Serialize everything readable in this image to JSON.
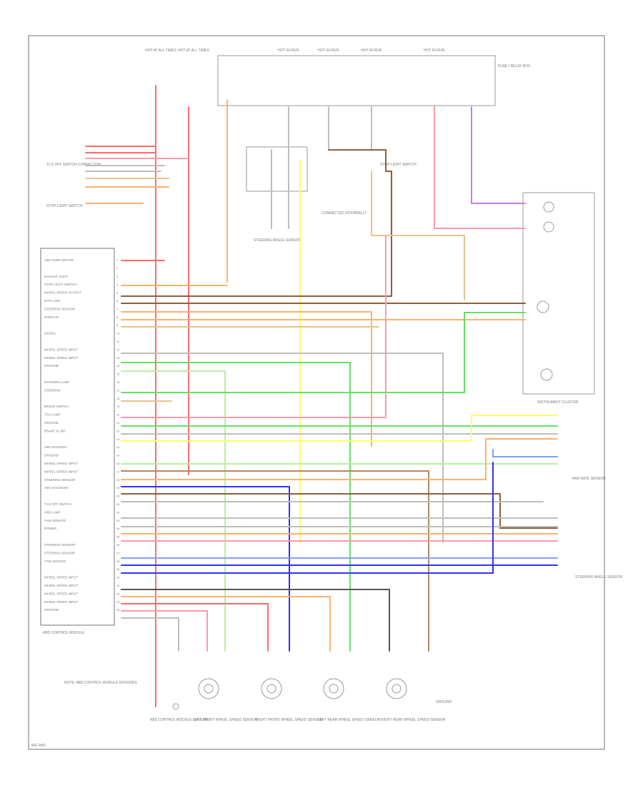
{
  "diagram": {
    "fuse_labels": [
      "HOT AT ALL TIMES",
      "HOT AT ALL TIMES",
      "HOT IN RUN",
      "HOT IN RUN",
      "HOT IN RUN",
      "HOT IN RUN"
    ],
    "fuse_box_label": "FUSE / RELAY BOX",
    "module_title": "ABS CONTROL MODULE",
    "module_pins": [
      "ABS PUMP MOTOR",
      "",
      "BACKUP LIGHT",
      "STOP LIGHT SWITCH",
      "WHEEL SPEED OUTPUT",
      "DATA LINK",
      "STEERING SENSOR",
      "IGNITION",
      "",
      "SIGNAL",
      "",
      "WHEEL SPEED INPUT",
      "WHEEL SPEED INPUT",
      "GROUND",
      "",
      "WARNING LAMP",
      "STEERING",
      "",
      "BRAKE SWITCH",
      "TCS LAMP",
      "GROUND",
      "BRAKE FLUID",
      "",
      "ABS WARNING",
      "GROUND",
      "WHEEL SPEED INPUT",
      "WHEEL SPEED INPUT",
      "STEERING SENSOR",
      "ABS SOLENOID",
      "",
      "TCS OFF SWITCH",
      "ABS LAMP",
      "YAW SENSOR",
      "POWER",
      "",
      "STEERING SENSOR",
      "STEERING SENSOR",
      "YAW SENSOR",
      "",
      "WHEEL SPEED INPUT",
      "WHEEL SPEED INPUT",
      "WHEEL SPEED INPUT",
      "WHEEL SPEED INPUT",
      "GROUND"
    ],
    "module_footer": "ABS CONTROL MODULE",
    "left_connector_labels": [
      "TCS OFF SWITCH CONNECTOR",
      "STOP LIGHT SWITCH"
    ],
    "junction_note": "CONNECTED INTERNALLY",
    "stop_light_switch": "STOP LIGHT SWITCH",
    "steering_sensor_label": "STEERING ANGLE SENSOR",
    "cluster_label": "INSTRUMENT CLUSTER",
    "yaw_sensor_label": "YAW RATE SENSOR",
    "steering_angle_label": "STEERING ANGLE SENSOR",
    "ground_label": "GROUND",
    "ground_note": "NOTE: ABS CONTROL MODULE GROUNDS",
    "wheel_sensors": [
      {
        "label": "LEFT FRONT WHEEL SPEED SENSOR"
      },
      {
        "label": "RIGHT FRONT WHEEL SPEED SENSOR"
      },
      {
        "label": "LEFT REAR WHEEL SPEED SENSOR"
      },
      {
        "label": "RIGHT REAR WHEEL SPEED SENSOR"
      }
    ],
    "bottom_left_label": "ABS CONTROL MODULE GROUND",
    "footer_code": "WD-ABS"
  },
  "colors": {
    "red": "#ff6b6b",
    "pink": "#ff9aa8",
    "orange": "#ffb070",
    "tan": "#e6c48a",
    "yellow": "#ffff66",
    "green": "#66e066",
    "lightgreen": "#b8f0a0",
    "blue": "#3030ff",
    "ltblue": "#80a0ff",
    "brown": "#b08860",
    "darkbrown": "#8a6040",
    "gray": "#bdbdbd",
    "black": "#555555",
    "violet": "#c080e0"
  }
}
